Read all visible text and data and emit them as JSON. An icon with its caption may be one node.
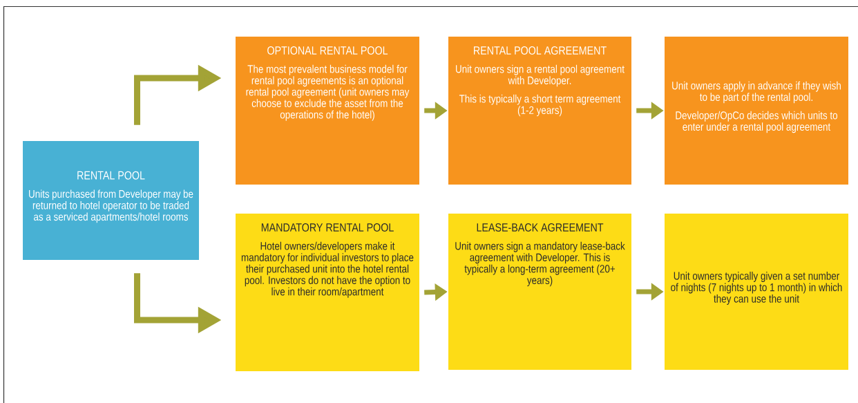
{
  "diagram": {
    "nodes": [
      {
        "text": [
          "RENTAL POOL",
          "Units purchased from Developer may be returned to hotel operator to be traded as a serviced apartments/hotel rooms"
        ]
      },
      {
        "text": [
          "OPTIONAL RENTAL POOL",
          "The most prevalent business model for rental pool agreements is an optional rental pool agreement (unit owners may choose to exclude the asset from the operations of the hotel)"
        ]
      },
      {
        "text": [
          "RENTAL POOL AGREEMENT",
          "Unit owners sign a rental pool agreement with Developer.",
          "This is typically a short term agreement (1-2 years)"
        ]
      },
      {
        "text": [
          "Unit owners apply in advance if they wish to be part of the rental pool.",
          "Developer/OpCo decides which units to enter under a rental pool agreement"
        ]
      },
      {
        "text": [
          "MANDATORY RENTAL POOL",
          "Hotel owners/developers make it mandatory for individual investors to place their purchased unit into the hotel rental pool. Investors do not have the option to live in their room/apartment"
        ]
      },
      {
        "text": [
          "LEASE-BACK AGREEMENT",
          "Unit owners sign a mandatory lease-back agreement with Developer. This is typically a long-term agreement (20+ years)"
        ]
      },
      {
        "text": [
          "Unit owners typically given a set number of nights (7 nights up to 1 month) in which they can use the unit"
        ]
      }
    ],
    "edges": [
      {
        "from": 0,
        "to": 1,
        "arrow": "to"
      },
      {
        "from": 0,
        "to": 4,
        "arrow": "to"
      },
      {
        "from": 1,
        "to": 2,
        "arrow": "to"
      },
      {
        "from": 2,
        "to": 3,
        "arrow": "to"
      },
      {
        "from": 4,
        "to": 5,
        "arrow": "to"
      },
      {
        "from": 5,
        "to": 6,
        "arrow": "to"
      }
    ]
  }
}
